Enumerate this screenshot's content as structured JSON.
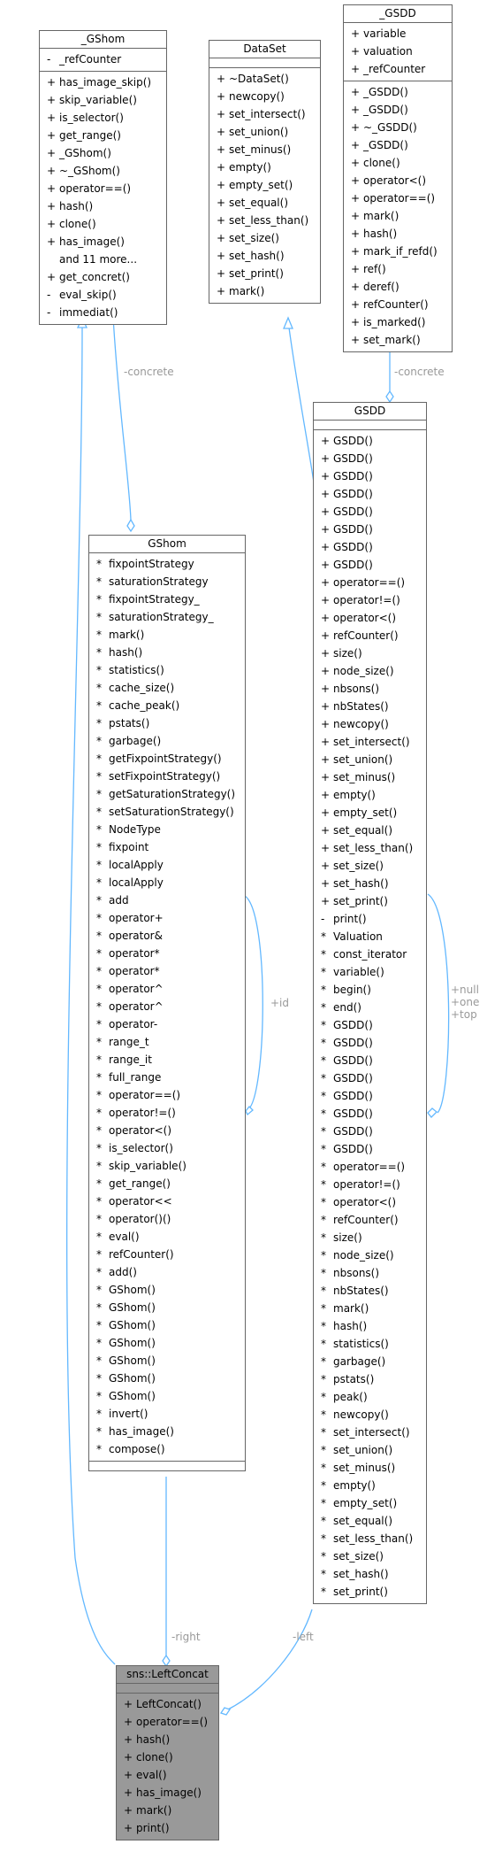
{
  "diagram": {
    "edge_color": "#63b8ff",
    "label_color": "#999999",
    "classes": [
      {
        "id": "gshom_base",
        "title": "_GShom",
        "attributes": [
          {
            "vis": "-",
            "name": "_refCounter"
          }
        ],
        "methods": [
          {
            "vis": "+",
            "name": "has_image_skip()"
          },
          {
            "vis": "+",
            "name": "skip_variable()"
          },
          {
            "vis": "+",
            "name": "is_selector()"
          },
          {
            "vis": "+",
            "name": "get_range()"
          },
          {
            "vis": "+",
            "name": "_GShom()"
          },
          {
            "vis": "+",
            "name": "~_GShom()"
          },
          {
            "vis": "+",
            "name": "operator==()"
          },
          {
            "vis": "+",
            "name": "hash()"
          },
          {
            "vis": "+",
            "name": "clone()"
          },
          {
            "vis": "+",
            "name": "has_image()"
          },
          {
            "vis": "",
            "name": "and 11 more..."
          },
          {
            "vis": "+",
            "name": "get_concret()"
          },
          {
            "vis": "-",
            "name": "eval_skip()"
          },
          {
            "vis": "-",
            "name": "immediat()"
          }
        ]
      },
      {
        "id": "dataset",
        "title": "DataSet",
        "attributes": [],
        "methods": [
          {
            "vis": "+",
            "name": "~DataSet()"
          },
          {
            "vis": "+",
            "name": "newcopy()"
          },
          {
            "vis": "+",
            "name": "set_intersect()"
          },
          {
            "vis": "+",
            "name": "set_union()"
          },
          {
            "vis": "+",
            "name": "set_minus()"
          },
          {
            "vis": "+",
            "name": "empty()"
          },
          {
            "vis": "+",
            "name": "empty_set()"
          },
          {
            "vis": "+",
            "name": "set_equal()"
          },
          {
            "vis": "+",
            "name": "set_less_than()"
          },
          {
            "vis": "+",
            "name": "set_size()"
          },
          {
            "vis": "+",
            "name": "set_hash()"
          },
          {
            "vis": "+",
            "name": "set_print()"
          },
          {
            "vis": "+",
            "name": "mark()"
          }
        ]
      },
      {
        "id": "gsdd_base",
        "title": "_GSDD",
        "attributes": [
          {
            "vis": "+",
            "name": "variable"
          },
          {
            "vis": "+",
            "name": "valuation"
          },
          {
            "vis": "+",
            "name": "_refCounter"
          }
        ],
        "methods": [
          {
            "vis": "+",
            "name": "_GSDD()"
          },
          {
            "vis": "+",
            "name": "_GSDD()"
          },
          {
            "vis": "+",
            "name": "~_GSDD()"
          },
          {
            "vis": "+",
            "name": "_GSDD()"
          },
          {
            "vis": "+",
            "name": "clone()"
          },
          {
            "vis": "+",
            "name": "operator<()"
          },
          {
            "vis": "+",
            "name": "operator==()"
          },
          {
            "vis": "+",
            "name": "mark()"
          },
          {
            "vis": "+",
            "name": "hash()"
          },
          {
            "vis": "+",
            "name": "mark_if_refd()"
          },
          {
            "vis": "+",
            "name": "ref()"
          },
          {
            "vis": "+",
            "name": "deref()"
          },
          {
            "vis": "+",
            "name": "refCounter()"
          },
          {
            "vis": "+",
            "name": "is_marked()"
          },
          {
            "vis": "+",
            "name": "set_mark()"
          }
        ]
      },
      {
        "id": "gshom",
        "title": "GShom",
        "attributes": [
          {
            "vis": "*",
            "name": "fixpointStrategy"
          },
          {
            "vis": "*",
            "name": "saturationStrategy"
          },
          {
            "vis": "*",
            "name": "fixpointStrategy_"
          },
          {
            "vis": "*",
            "name": "saturationStrategy_"
          },
          {
            "vis": "*",
            "name": "mark()"
          },
          {
            "vis": "*",
            "name": "hash()"
          },
          {
            "vis": "*",
            "name": "statistics()"
          },
          {
            "vis": "*",
            "name": "cache_size()"
          },
          {
            "vis": "*",
            "name": "cache_peak()"
          },
          {
            "vis": "*",
            "name": "pstats()"
          },
          {
            "vis": "*",
            "name": "garbage()"
          },
          {
            "vis": "*",
            "name": "getFixpointStrategy()"
          },
          {
            "vis": "*",
            "name": "setFixpointStrategy()"
          },
          {
            "vis": "*",
            "name": "getSaturationStrategy()"
          },
          {
            "vis": "*",
            "name": "setSaturationStrategy()"
          },
          {
            "vis": "*",
            "name": "NodeType"
          },
          {
            "vis": "*",
            "name": "fixpoint"
          },
          {
            "vis": "*",
            "name": "localApply"
          },
          {
            "vis": "*",
            "name": "localApply"
          },
          {
            "vis": "*",
            "name": "add"
          },
          {
            "vis": "*",
            "name": "operator+"
          },
          {
            "vis": "*",
            "name": "operator&"
          },
          {
            "vis": "*",
            "name": "operator*"
          },
          {
            "vis": "*",
            "name": "operator*"
          },
          {
            "vis": "*",
            "name": "operator^"
          },
          {
            "vis": "*",
            "name": "operator^"
          },
          {
            "vis": "*",
            "name": "operator-"
          },
          {
            "vis": "*",
            "name": "range_t"
          },
          {
            "vis": "*",
            "name": "range_it"
          },
          {
            "vis": "*",
            "name": "full_range"
          },
          {
            "vis": "*",
            "name": "operator==()"
          },
          {
            "vis": "*",
            "name": "operator!=()"
          },
          {
            "vis": "*",
            "name": "operator<()"
          },
          {
            "vis": "*",
            "name": "is_selector()"
          },
          {
            "vis": "*",
            "name": "skip_variable()"
          },
          {
            "vis": "*",
            "name": "get_range()"
          },
          {
            "vis": "*",
            "name": "operator<<"
          },
          {
            "vis": "*",
            "name": "operator()()"
          },
          {
            "vis": "*",
            "name": "eval()"
          },
          {
            "vis": "*",
            "name": "refCounter()"
          },
          {
            "vis": "*",
            "name": "add()"
          },
          {
            "vis": "*",
            "name": "GShom()"
          },
          {
            "vis": "*",
            "name": "GShom()"
          },
          {
            "vis": "*",
            "name": "GShom()"
          },
          {
            "vis": "*",
            "name": "GShom()"
          },
          {
            "vis": "*",
            "name": "GShom()"
          },
          {
            "vis": "*",
            "name": "GShom()"
          },
          {
            "vis": "*",
            "name": "GShom()"
          },
          {
            "vis": "*",
            "name": "invert()"
          },
          {
            "vis": "*",
            "name": "has_image()"
          },
          {
            "vis": "*",
            "name": "compose()"
          }
        ],
        "methods": []
      },
      {
        "id": "gsdd",
        "title": "GSDD",
        "attributes": [],
        "methods": [
          {
            "vis": "+",
            "name": "GSDD()"
          },
          {
            "vis": "+",
            "name": "GSDD()"
          },
          {
            "vis": "+",
            "name": "GSDD()"
          },
          {
            "vis": "+",
            "name": "GSDD()"
          },
          {
            "vis": "+",
            "name": "GSDD()"
          },
          {
            "vis": "+",
            "name": "GSDD()"
          },
          {
            "vis": "+",
            "name": "GSDD()"
          },
          {
            "vis": "+",
            "name": "GSDD()"
          },
          {
            "vis": "+",
            "name": "operator==()"
          },
          {
            "vis": "+",
            "name": "operator!=()"
          },
          {
            "vis": "+",
            "name": "operator<()"
          },
          {
            "vis": "+",
            "name": "refCounter()"
          },
          {
            "vis": "+",
            "name": "size()"
          },
          {
            "vis": "+",
            "name": "node_size()"
          },
          {
            "vis": "+",
            "name": "nbsons()"
          },
          {
            "vis": "+",
            "name": "nbStates()"
          },
          {
            "vis": "+",
            "name": "newcopy()"
          },
          {
            "vis": "+",
            "name": "set_intersect()"
          },
          {
            "vis": "+",
            "name": "set_union()"
          },
          {
            "vis": "+",
            "name": "set_minus()"
          },
          {
            "vis": "+",
            "name": "empty()"
          },
          {
            "vis": "+",
            "name": "empty_set()"
          },
          {
            "vis": "+",
            "name": "set_equal()"
          },
          {
            "vis": "+",
            "name": "set_less_than()"
          },
          {
            "vis": "+",
            "name": "set_size()"
          },
          {
            "vis": "+",
            "name": "set_hash()"
          },
          {
            "vis": "+",
            "name": "set_print()"
          },
          {
            "vis": "-",
            "name": "print()"
          },
          {
            "vis": "*",
            "name": "Valuation"
          },
          {
            "vis": "*",
            "name": "const_iterator"
          },
          {
            "vis": "*",
            "name": "variable()"
          },
          {
            "vis": "*",
            "name": "begin()"
          },
          {
            "vis": "*",
            "name": "end()"
          },
          {
            "vis": "*",
            "name": "GSDD()"
          },
          {
            "vis": "*",
            "name": "GSDD()"
          },
          {
            "vis": "*",
            "name": "GSDD()"
          },
          {
            "vis": "*",
            "name": "GSDD()"
          },
          {
            "vis": "*",
            "name": "GSDD()"
          },
          {
            "vis": "*",
            "name": "GSDD()"
          },
          {
            "vis": "*",
            "name": "GSDD()"
          },
          {
            "vis": "*",
            "name": "GSDD()"
          },
          {
            "vis": "*",
            "name": "operator==()"
          },
          {
            "vis": "*",
            "name": "operator!=()"
          },
          {
            "vis": "*",
            "name": "operator<()"
          },
          {
            "vis": "*",
            "name": "refCounter()"
          },
          {
            "vis": "*",
            "name": "size()"
          },
          {
            "vis": "*",
            "name": "node_size()"
          },
          {
            "vis": "*",
            "name": "nbsons()"
          },
          {
            "vis": "*",
            "name": "nbStates()"
          },
          {
            "vis": "*",
            "name": "mark()"
          },
          {
            "vis": "*",
            "name": "hash()"
          },
          {
            "vis": "*",
            "name": "statistics()"
          },
          {
            "vis": "*",
            "name": "garbage()"
          },
          {
            "vis": "*",
            "name": "pstats()"
          },
          {
            "vis": "*",
            "name": "peak()"
          },
          {
            "vis": "*",
            "name": "newcopy()"
          },
          {
            "vis": "*",
            "name": "set_intersect()"
          },
          {
            "vis": "*",
            "name": "set_union()"
          },
          {
            "vis": "*",
            "name": "set_minus()"
          },
          {
            "vis": "*",
            "name": "empty()"
          },
          {
            "vis": "*",
            "name": "empty_set()"
          },
          {
            "vis": "*",
            "name": "set_equal()"
          },
          {
            "vis": "*",
            "name": "set_less_than()"
          },
          {
            "vis": "*",
            "name": "set_size()"
          },
          {
            "vis": "*",
            "name": "set_hash()"
          },
          {
            "vis": "*",
            "name": "set_print()"
          }
        ]
      },
      {
        "id": "leftconcat",
        "title": "sns::LeftConcat",
        "attributes": [],
        "methods": [
          {
            "vis": "+",
            "name": "LeftConcat()"
          },
          {
            "vis": "+",
            "name": "operator==()"
          },
          {
            "vis": "+",
            "name": "hash()"
          },
          {
            "vis": "+",
            "name": "clone()"
          },
          {
            "vis": "+",
            "name": "eval()"
          },
          {
            "vis": "+",
            "name": "has_image()"
          },
          {
            "vis": "+",
            "name": "mark()"
          },
          {
            "vis": "+",
            "name": "print()"
          }
        ]
      }
    ],
    "edge_labels": {
      "concrete_gshom": "-concrete",
      "concrete_gsdd": "-concrete",
      "id": "+id",
      "null": "+null",
      "one": "+one",
      "top": "+top",
      "right": "-right",
      "left": "-left"
    }
  }
}
